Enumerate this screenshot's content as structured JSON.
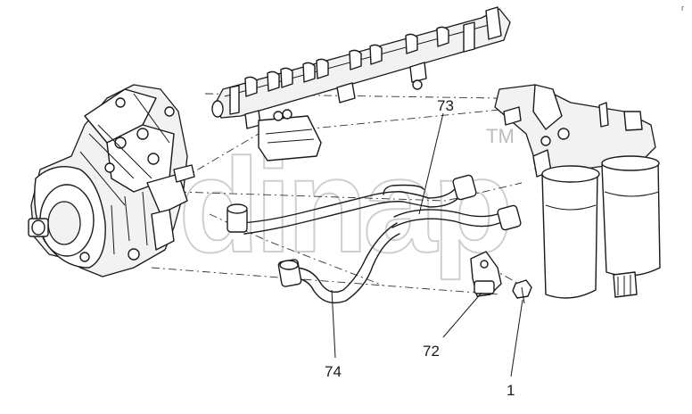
{
  "diagram": {
    "callouts": [
      {
        "id": "part-73",
        "label": "73"
      },
      {
        "id": "part-74",
        "label": "74"
      },
      {
        "id": "part-72",
        "label": "72"
      },
      {
        "id": "part-1",
        "label": "1"
      }
    ],
    "watermark": {
      "brand": "dinap",
      "trademark": "TM"
    },
    "corner_mark": "r"
  }
}
